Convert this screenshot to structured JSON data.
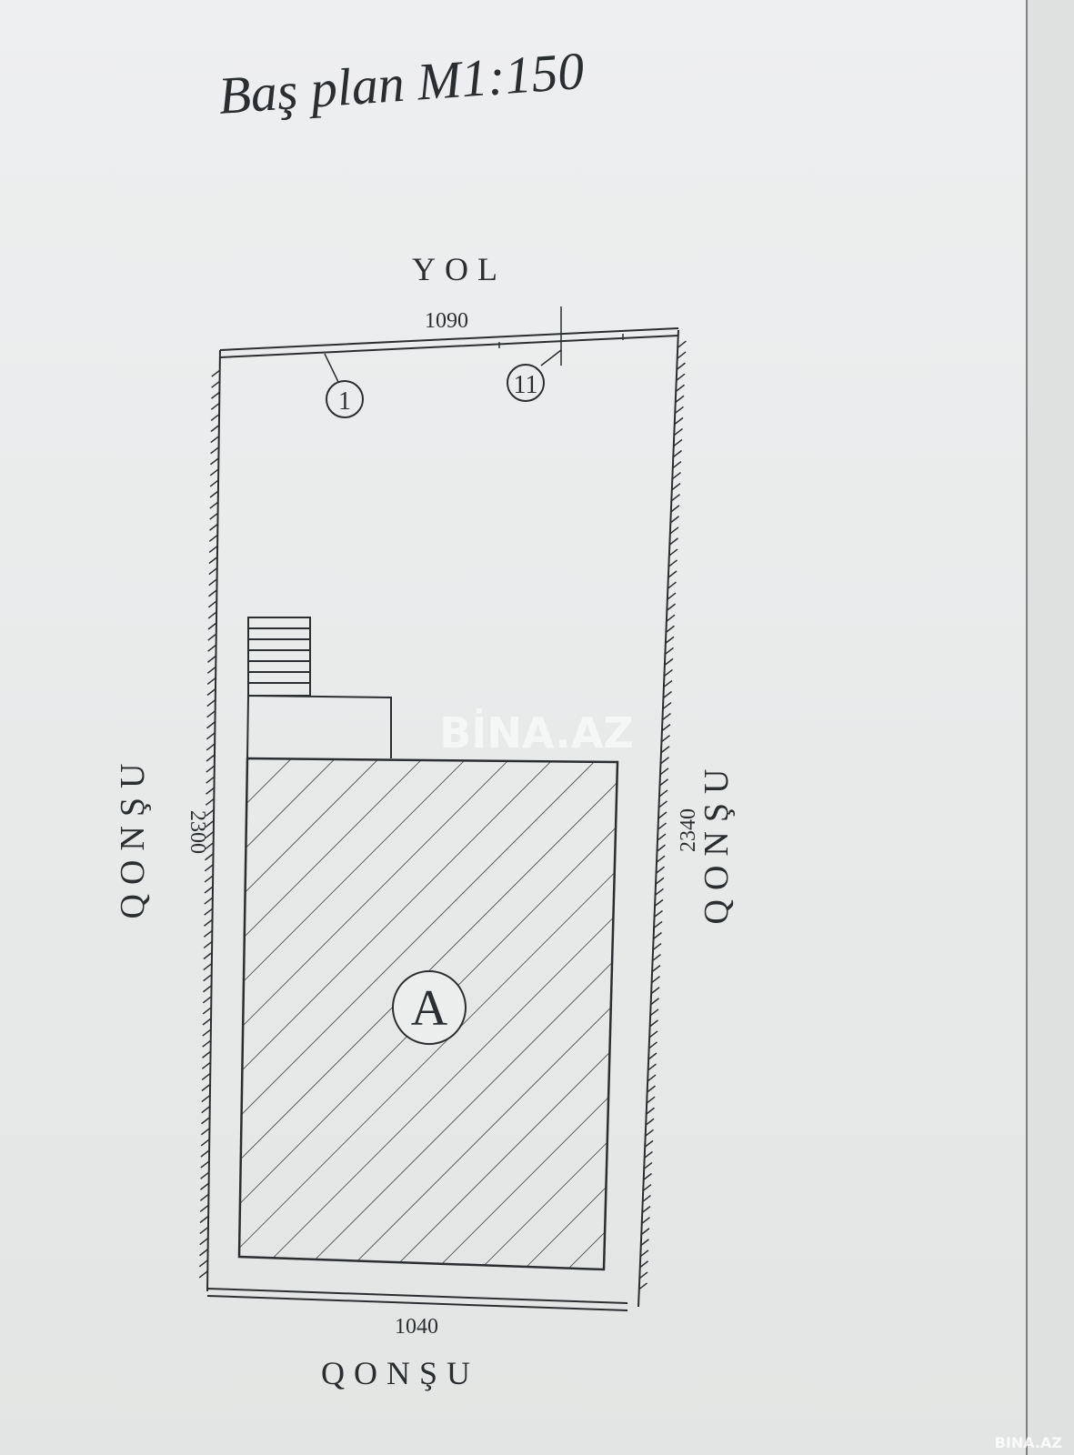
{
  "title": "Baş plan M1:150",
  "labels": {
    "top_street": "YOL",
    "left_neighbor": "QONŞU",
    "right_neighbor": "QONŞU",
    "bottom_neighbor": "QONŞU",
    "building": "A"
  },
  "dimensions": {
    "top": "1090",
    "left": "2300",
    "right": "2340",
    "bottom": "1040"
  },
  "markers": {
    "m1": "1",
    "m2": "11"
  },
  "watermark": "BİNA.AZ",
  "corner_watermark": "BINA.AZ",
  "colors": {
    "ink": "#2b2e30",
    "paper": "#eceeee",
    "watermark": "#ffffff"
  }
}
